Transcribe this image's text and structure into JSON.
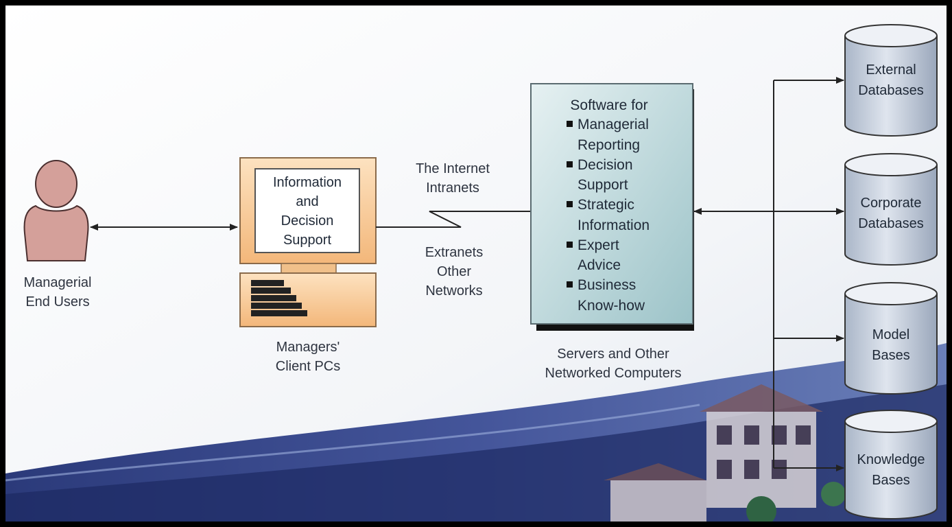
{
  "user": {
    "label_line1": "Managerial",
    "label_line2": "End Users"
  },
  "client_pc": {
    "screen_lines": [
      "Information",
      "and",
      "Decision",
      "Support"
    ],
    "caption_line1": "Managers'",
    "caption_line2": "Client PCs"
  },
  "network": {
    "top_line1": "The Internet",
    "top_line2": "Intranets",
    "bottom_line1": "Extranets",
    "bottom_line2": "Other",
    "bottom_line3": "Networks"
  },
  "server": {
    "heading": "Software for",
    "items": [
      {
        "line1": "Managerial",
        "line2": "Reporting"
      },
      {
        "line1": "Decision",
        "line2": "Support"
      },
      {
        "line1": "Strategic",
        "line2": "Information"
      },
      {
        "line1": "Expert",
        "line2": "Advice"
      },
      {
        "line1": "Business",
        "line2": "Know-how"
      }
    ],
    "caption_line1": "Servers and Other",
    "caption_line2": "Networked Computers"
  },
  "databases": [
    {
      "line1": "External",
      "line2": "Databases"
    },
    {
      "line1": "Corporate",
      "line2": "Databases"
    },
    {
      "line1": "Model",
      "line2": "Bases"
    },
    {
      "line1": "Knowledge",
      "line2": "Bases"
    }
  ],
  "colors": {
    "person": "#d4a09a",
    "pc_frame": "#f5c48f",
    "server_fill": "#b8d6da",
    "db_fill": "#c2ccd9",
    "background_swoosh": "#3a4a8c",
    "border": "#000000"
  }
}
